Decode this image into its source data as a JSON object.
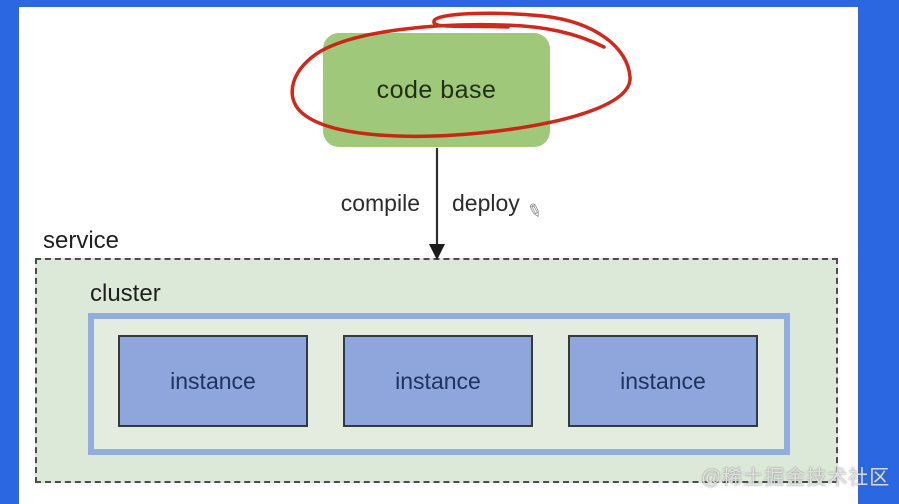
{
  "diagram": {
    "code_base_label": "code base",
    "compile_label": "compile",
    "deploy_label": "deploy",
    "service_label": "service",
    "cluster_label": "cluster",
    "instances": [
      {
        "label": "instance"
      },
      {
        "label": "instance"
      },
      {
        "label": "instance"
      }
    ],
    "watermark": "@稀土掘金技术社区",
    "icons": {
      "edit_pencil": "✎"
    },
    "colors": {
      "frame_blue": "#2b67e0",
      "code_base_fill": "#9fc87a",
      "annotation_red": "#cc1d10",
      "arrow_color": "#2e2e2e",
      "service_fill": "#dde9d8",
      "cluster_fill": "#e3ecde",
      "cluster_border": "#92aede",
      "instance_fill": "#8ea6dc",
      "instance_border": "#333c3c",
      "instance_text": "#1f3260"
    }
  }
}
